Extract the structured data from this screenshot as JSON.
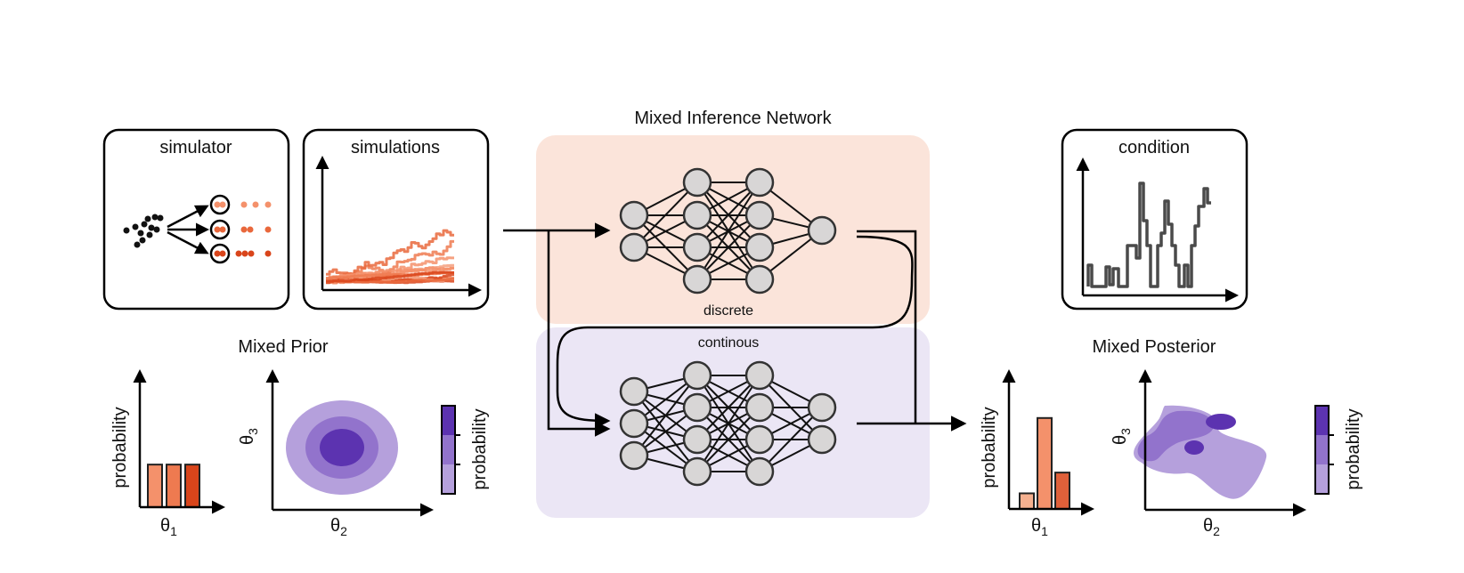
{
  "boxes": {
    "simulator": "simulator",
    "simulations": "simulations",
    "condition": "condition"
  },
  "network": {
    "title": "Mixed Inference Network",
    "discrete": "discrete",
    "continuous": "continous"
  },
  "prior": {
    "title": "Mixed Prior",
    "prob_label": "probability",
    "theta1": "θ",
    "theta1_sub": "1",
    "theta2": "θ",
    "theta2_sub": "2",
    "theta3": "θ",
    "theta3_sub": "3",
    "bar_probs": [
      0.33,
      0.33,
      0.33
    ]
  },
  "posterior": {
    "title": "Mixed Posterior",
    "prob_label": "probability",
    "theta1": "θ",
    "theta1_sub": "1",
    "theta2": "θ",
    "theta2_sub": "2",
    "theta3": "θ",
    "theta3_sub": "3",
    "bar_probs": [
      0.12,
      0.7,
      0.28
    ]
  },
  "colors": {
    "discrete_bg": "#fbe4da",
    "continuous_bg": "#ebe6f5",
    "orange_light": "#f4916b",
    "orange_dark": "#d9451b",
    "purple_light": "#b5a0dc",
    "purple_mid": "#9273cc",
    "purple_dark": "#5c33b0",
    "gray_node": "#d8d6d6"
  },
  "icons": [
    "arrow-right-icon",
    "neural-network-icon",
    "dot-cloud-icon"
  ]
}
